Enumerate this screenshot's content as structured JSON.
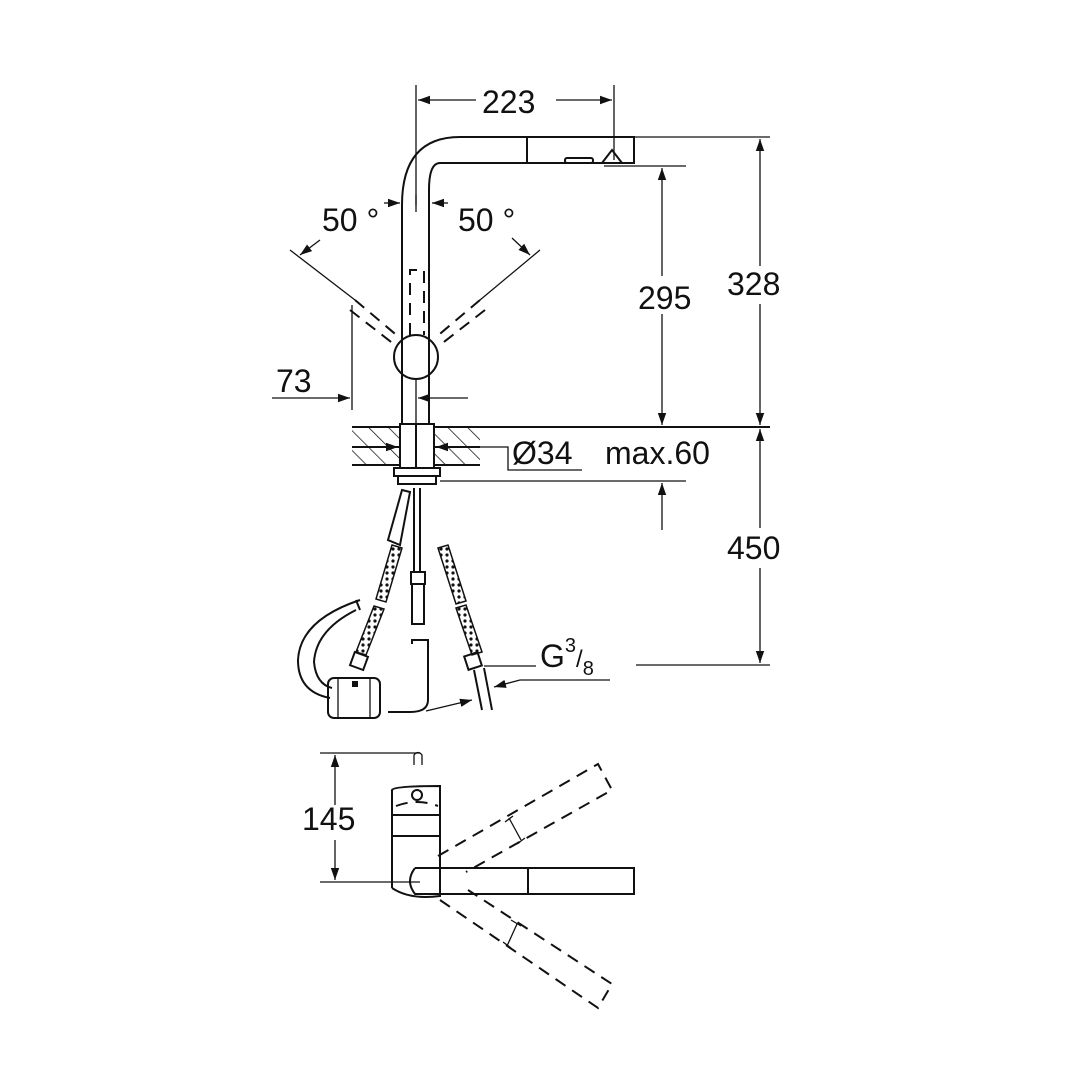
{
  "diagram": {
    "subject": "Pull-out kitchen faucet dimension drawing",
    "colors": {
      "line": "#111111",
      "background": "#ffffff"
    },
    "dimensions": {
      "spout_reach": "223",
      "swivel_left": "50 °",
      "swivel_right": "50 °",
      "lever_offset": "73",
      "outlet_height": "295",
      "total_height": "328",
      "hole_diameter": "Ø34",
      "max_deck_thickness": "max.60",
      "below_deck_length": "450",
      "connection_thread_prefix": "G",
      "connection_thread_num": "3",
      "connection_thread_den": "8",
      "top_view_depth": "145"
    }
  }
}
